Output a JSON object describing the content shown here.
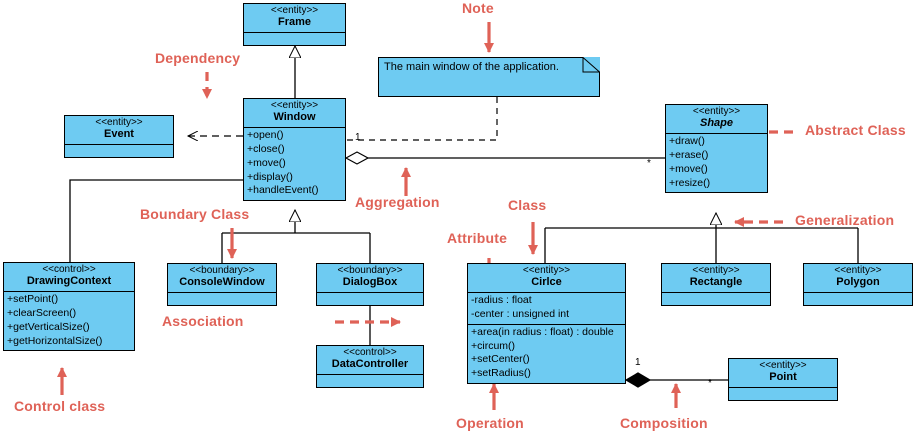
{
  "diagram": {
    "title": "UML Class Diagram",
    "colors": {
      "class_fill": "#6ecbf2",
      "class_border": "#000000",
      "annotation_red": "#df6257",
      "line": "#000000",
      "note_fill": "#6ecbf2"
    }
  },
  "classes": {
    "frame": {
      "stereotype": "<<entity>>",
      "name": "Frame",
      "attributes": [],
      "operations": []
    },
    "window": {
      "stereotype": "<<entity>>",
      "name": "Window",
      "attributes": [],
      "operations": [
        "+open()",
        "+close()",
        "+move()",
        "+display()",
        "+handleEvent()"
      ]
    },
    "event": {
      "stereotype": "<<entity>>",
      "name": "Event",
      "attributes": [],
      "operations": []
    },
    "shape": {
      "stereotype": "<<entity>>",
      "name": "Shape",
      "abstract": true,
      "attributes": [],
      "operations": [
        "+draw()",
        "+erase()",
        "+move()",
        "+resize()"
      ]
    },
    "drawingcontext": {
      "stereotype": "<<control>>",
      "name": "DrawingContext",
      "attributes": [],
      "operations": [
        "+setPoint()",
        "+clearScreen()",
        "+getVerticalSize()",
        "+getHorizontalSize()"
      ]
    },
    "consolewindow": {
      "stereotype": "<<boundary>>",
      "name": "ConsoleWindow",
      "attributes": [],
      "operations": []
    },
    "dialogbox": {
      "stereotype": "<<boundary>>",
      "name": "DialogBox",
      "attributes": [],
      "operations": []
    },
    "datacontroller": {
      "stereotype": "<<control>>",
      "name": "DataController",
      "attributes": [],
      "operations": []
    },
    "circle": {
      "stereotype": "<<entity>>",
      "name": "Cirlce",
      "attributes": [
        "-radius : float",
        "-center : unsigned int"
      ],
      "operations": [
        "+area(in radius : float) : double",
        "+circum()",
        "+setCenter()",
        "+setRadius()"
      ]
    },
    "rectangle": {
      "stereotype": "<<entity>>",
      "name": "Rectangle",
      "attributes": [],
      "operations": []
    },
    "polygon": {
      "stereotype": "<<entity>>",
      "name": "Polygon",
      "attributes": [],
      "operations": []
    },
    "point": {
      "stereotype": "<<entity>>",
      "name": "Point",
      "attributes": [],
      "operations": []
    }
  },
  "note": {
    "text": "The main window of the application."
  },
  "multiplicities": {
    "window_aggregation": "1",
    "shape_aggregation": "*",
    "circle_composition": "1",
    "point_composition": "*"
  },
  "annotations": {
    "note": "Note",
    "dependency": "Dependency",
    "abstract_class": "Abstract Class",
    "aggregation": "Aggregation",
    "generalization": "Generalization",
    "boundary_class": "Boundary Class",
    "class": "Class",
    "attribute": "Attribute",
    "association": "Association",
    "control_class": "Control class",
    "operation": "Operation",
    "composition": "Composition"
  }
}
